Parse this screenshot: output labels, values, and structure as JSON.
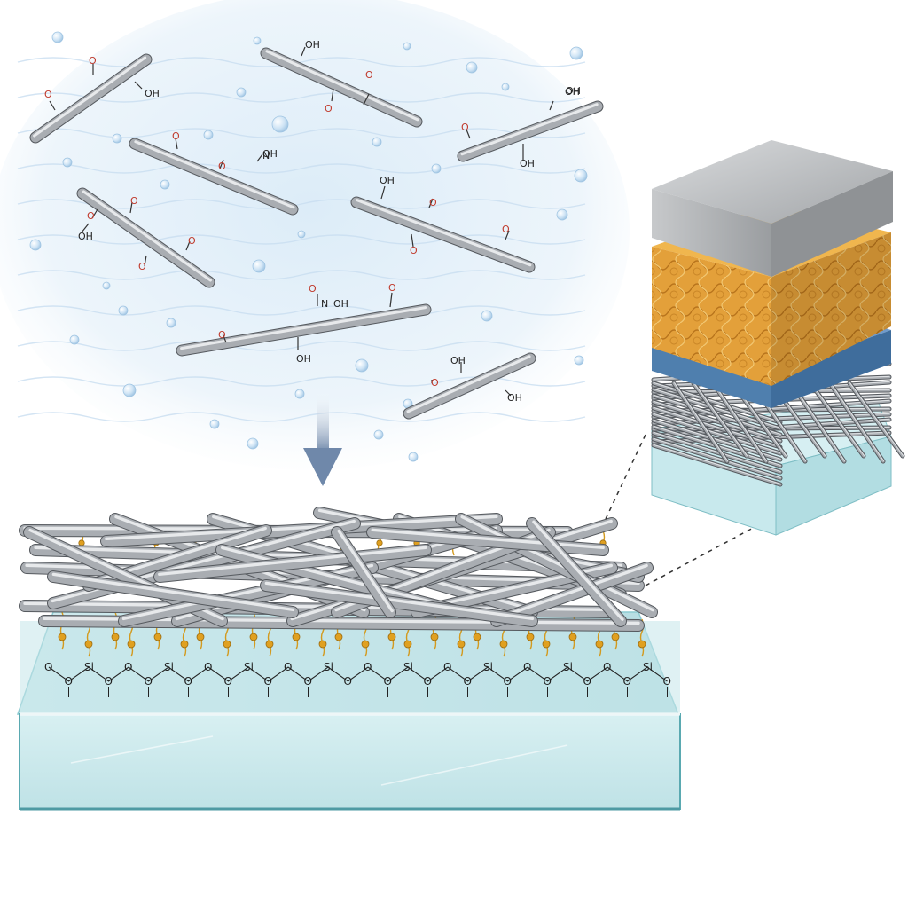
{
  "labels": {
    "hydroxyl": "OH",
    "carbonyl_oxygen": "O",
    "nitrogen": "N",
    "silicon": "Si",
    "siloxane_oxygen": "O"
  },
  "colors": {
    "background": "#ffffff",
    "solution_blue": "#e6f1fa",
    "rod_silver": "#a9adb2",
    "oxygen_red": "#c0392b",
    "linker_gold": "#e0a020",
    "glass_cyan": "#bfe3e6",
    "glass_edge": "#6bb5bc",
    "electrode_gray": "#a7a9ab",
    "active_orange": "#e3a03a",
    "interlayer_blue": "#4f7fae",
    "arrow_slate": "#7f97b5"
  },
  "icons": {
    "deposition_arrow": "arrow-down-icon",
    "zoom_link": "dashed-leader-icon"
  }
}
